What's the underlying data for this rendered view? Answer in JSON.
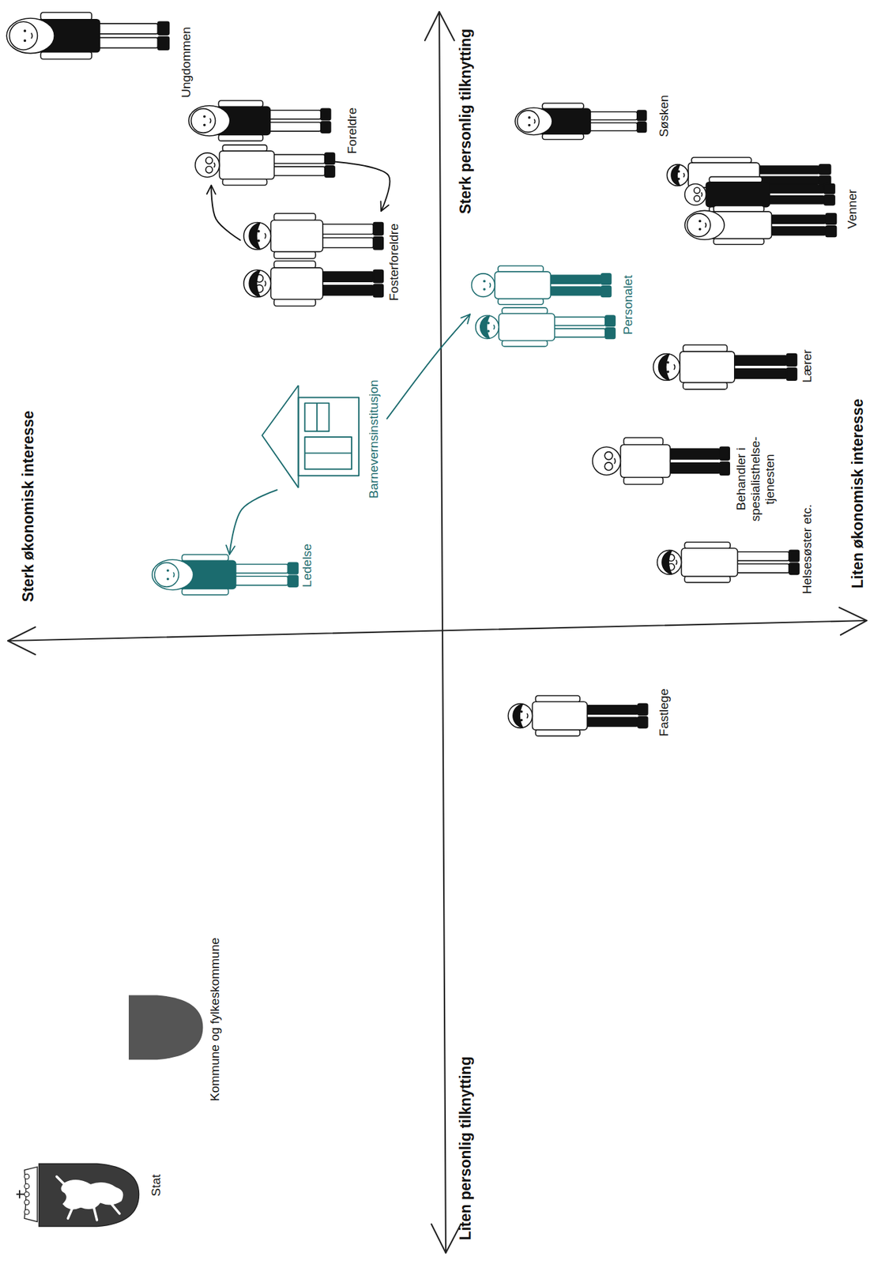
{
  "diagram": {
    "nodes": [
      {
        "text": [
          "Ungdommen"
        ]
      },
      {
        "text": [
          "Foreldre"
        ]
      },
      {
        "text": [
          "Fosterforeldre"
        ]
      },
      {
        "text": [
          "Søsken"
        ]
      },
      {
        "text": [
          "Venner"
        ]
      },
      {
        "text": [
          "Barnevernsinstitusjon"
        ]
      },
      {
        "text": [
          "Ledelse"
        ]
      },
      {
        "text": [
          "Personalet"
        ]
      },
      {
        "text": [
          "Lærer"
        ]
      },
      {
        "text": [
          "Behandler i spesialisthelse- tjenesten"
        ]
      },
      {
        "text": [
          "Helsesøster etc."
        ]
      },
      {
        "text": [
          "Fastlege"
        ]
      },
      {
        "text": [
          "Kommune og fylkeskommune"
        ]
      },
      {
        "text": [
          "Stat"
        ]
      }
    ],
    "edges": [
      {
        "from": 2,
        "to": 1,
        "arrow": "to"
      },
      {
        "from": 1,
        "to": 2,
        "arrow": "to"
      },
      {
        "from": 5,
        "to": 6,
        "arrow": "to"
      },
      {
        "from": 5,
        "to": 7,
        "arrow": "to"
      }
    ],
    "labels": [
      "Sterk økonomisk interesse",
      "Liten økonomisk interesse",
      "Sterk personlig tilknytting",
      "Liten personlig tilknytting"
    ]
  }
}
